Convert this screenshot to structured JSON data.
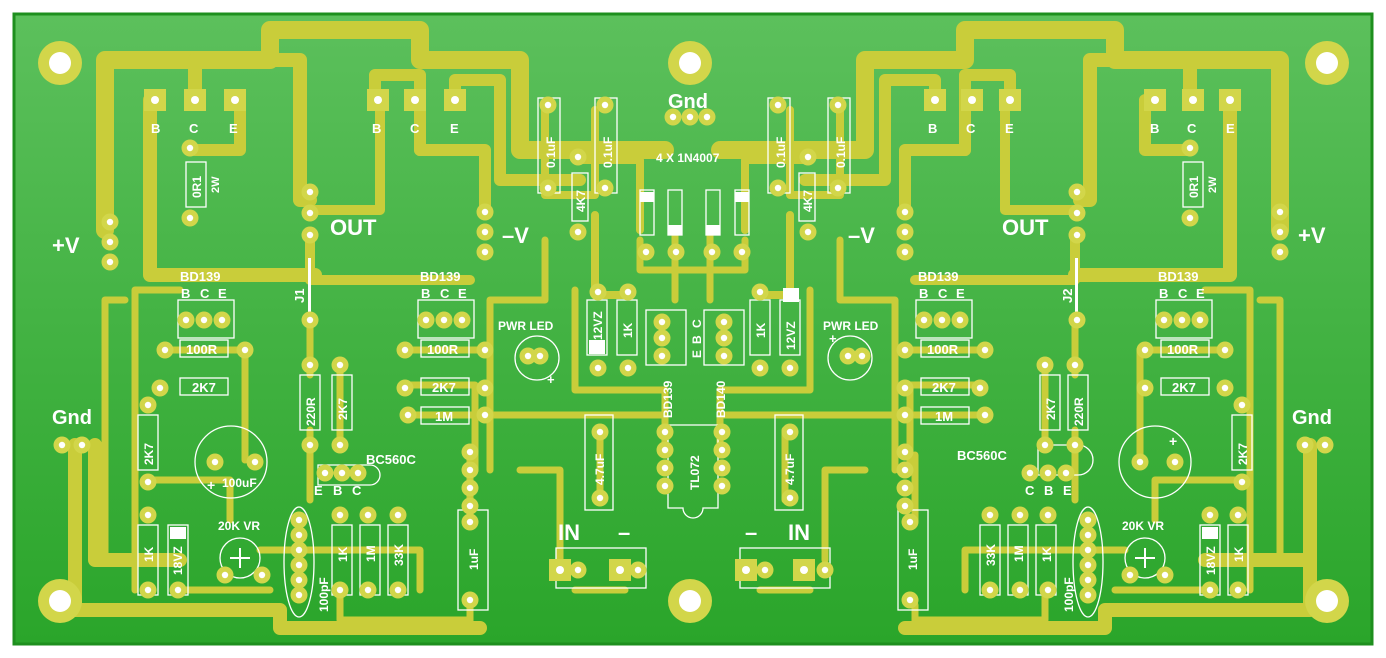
{
  "colors": {
    "board": "#2db52d",
    "board_edge": "#1e8f1e",
    "trace": "#c9cd3a",
    "pad": "#d2d64a",
    "silk": "#ffffff"
  },
  "labels": {
    "gnd_top": "Gnd",
    "diodes": "4 X 1N4007",
    "b": "B",
    "c": "C",
    "e": "E",
    "out": "OUT",
    "plus_v": "+V",
    "minus_v": "–V",
    "gnd": "Gnd",
    "bd139": "BD139",
    "bd140": "BD140",
    "bc560c": "BC560C",
    "pwr_led": "PWR LED",
    "r_0r1": "0R1",
    "r_2w": "2W",
    "cap_0_1uf": "0.1uF",
    "r_4k7": "4K7",
    "zener": "12VZ",
    "zener18": "18VZ",
    "r_1k": "1K",
    "r_100r": "100R",
    "r_2k7": "2K7",
    "r_1m": "1M",
    "r_220r": "220R",
    "r_33k": "33K",
    "cap_100uf": "100uF",
    "cap_4_7uf": "4.7uF",
    "cap_1uf": "1uF",
    "cap_100pf": "100pF",
    "vr_20k": "20K VR",
    "tl072": "TL072",
    "in": "IN",
    "minus": "–",
    "j1": "J1",
    "j2": "J2",
    "plus": "+"
  }
}
